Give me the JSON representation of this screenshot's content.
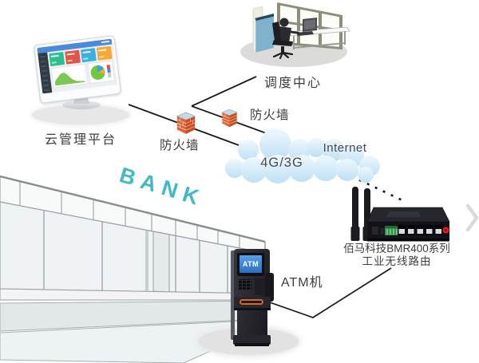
{
  "diagram": {
    "bank_sign": "BANK",
    "nodes": {
      "cloud_platform": {
        "label": "云管理平台"
      },
      "dispatch_center": {
        "label": "调度中心"
      },
      "firewall_left": {
        "label": "防火墙"
      },
      "firewall_right": {
        "label": "防火墙"
      },
      "internet_cloud": {
        "network_label": "4G/3G",
        "internet_label": "Internet"
      },
      "router": {
        "label_line1": "佰马科技BMR400系列",
        "label_line2": "工业无线路由"
      },
      "atm": {
        "label": "ATM机",
        "screen_text": "ATM"
      }
    },
    "colors": {
      "bank_sign": "#43b8c6",
      "cloud_fill": "#cfe7f8",
      "firewall_brick": "#e4622f",
      "firewall_top": "#c6d9e2",
      "atm_screen_blue": "#3b82d8",
      "atm_slot_orange": "#d9662e",
      "connection_line": "#1b1b1b",
      "building_line": "#9aa0a3"
    }
  }
}
